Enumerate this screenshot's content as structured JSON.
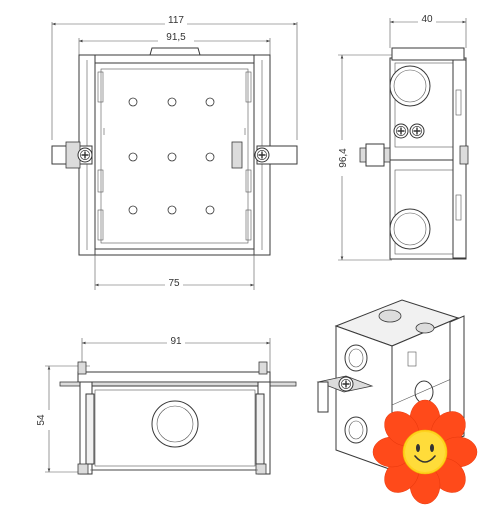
{
  "dimensions": {
    "top_width_overall": "117",
    "top_width_box": "91,5",
    "top_width_bottom": "75",
    "side_width": "40",
    "side_height": "96,4",
    "front_width": "91",
    "front_height": "54"
  },
  "colors": {
    "line": "#3a3a3a",
    "flower_petal": "#ff4a1a",
    "flower_center": "#ffd21f"
  },
  "icons": {
    "screw": "phillips-screw-icon",
    "flower": "smiling-flower-icon"
  }
}
